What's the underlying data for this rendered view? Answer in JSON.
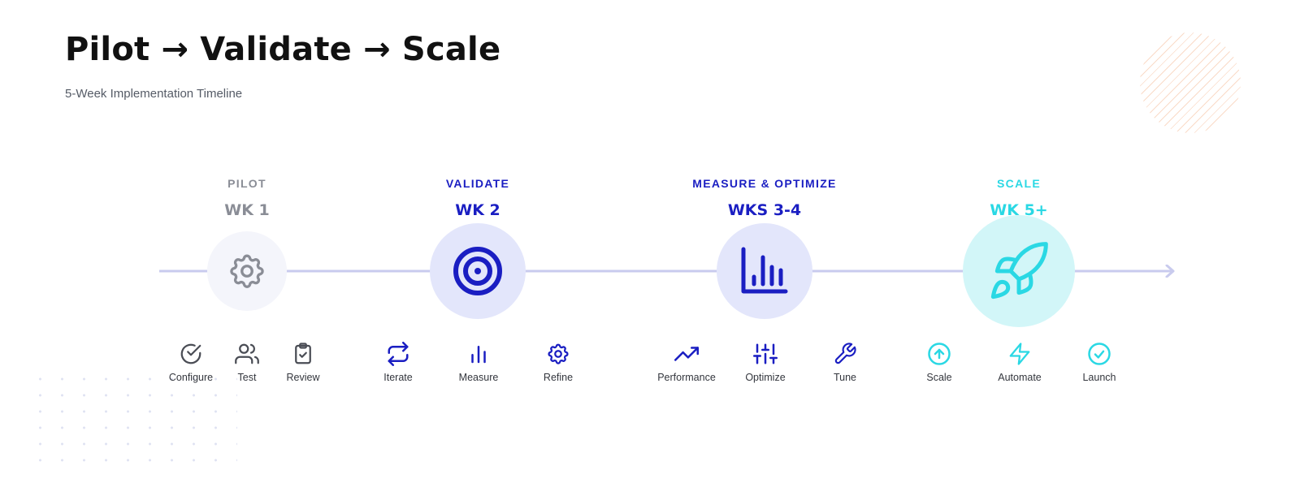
{
  "header": {
    "title": "Pilot → Validate → Scale",
    "subtitle": "5-Week Implementation Timeline"
  },
  "colors": {
    "pilot": "#8a8d96",
    "validate": "#1a1ec2",
    "measure": "#1a1ec2",
    "scale": "#2ad8e4",
    "axis": "#c9cbee",
    "pilot_circle": "#f4f5fb",
    "validate_circle": "#e3e6fb",
    "scale_circle": "#d2f6f8"
  },
  "phases": [
    {
      "label": "PILOT",
      "week": "WK 1",
      "icon": "gear-icon",
      "tasks": [
        {
          "label": "Configure",
          "icon": "check-circle-icon"
        },
        {
          "label": "Test",
          "icon": "users-icon"
        },
        {
          "label": "Review",
          "icon": "clipboard-check-icon"
        }
      ]
    },
    {
      "label": "VALIDATE",
      "week": "WK 2",
      "icon": "target-icon",
      "tasks": [
        {
          "label": "Iterate",
          "icon": "repeat-arrows-icon"
        },
        {
          "label": "Measure",
          "icon": "bar-chart-icon"
        },
        {
          "label": "Refine",
          "icon": "gear-icon"
        }
      ]
    },
    {
      "label": "MEASURE & OPTIMIZE",
      "week": "WKS 3-4",
      "icon": "bar-chart-icon",
      "tasks": [
        {
          "label": "Performance",
          "icon": "trending-up-icon"
        },
        {
          "label": "Optimize",
          "icon": "sliders-icon"
        },
        {
          "label": "Tune",
          "icon": "wrench-icon"
        }
      ]
    },
    {
      "label": "SCALE",
      "week": "WK 5+",
      "icon": "rocket-icon",
      "tasks": [
        {
          "label": "Scale",
          "icon": "arrow-up-circle-icon"
        },
        {
          "label": "Automate",
          "icon": "lightning-icon"
        },
        {
          "label": "Launch",
          "icon": "check-circle-icon"
        }
      ]
    }
  ]
}
